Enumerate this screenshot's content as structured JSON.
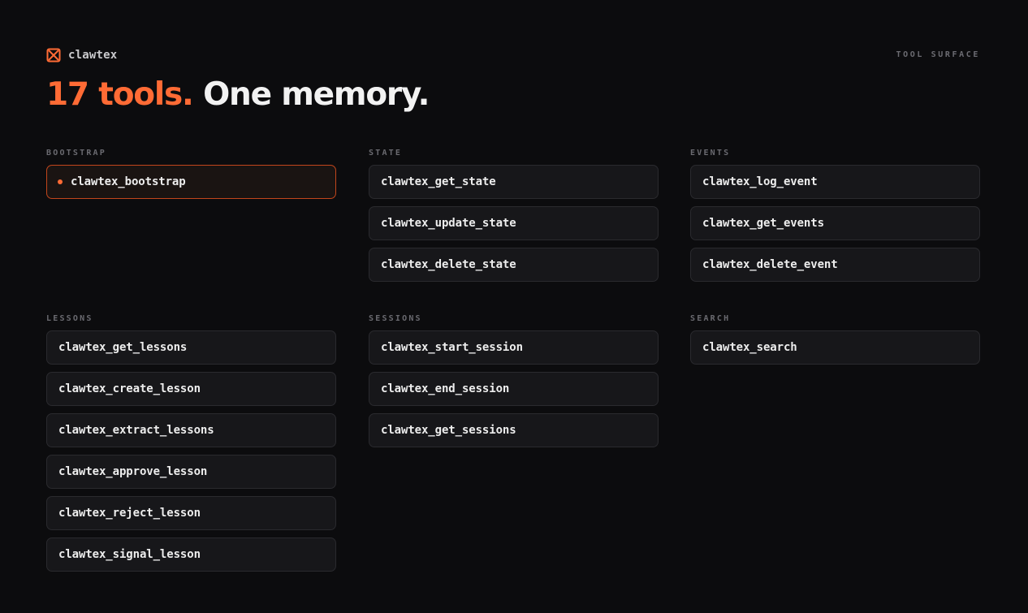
{
  "brand": {
    "name": "clawtex",
    "logo_icon": "clawtex-logo-icon",
    "accent_color": "#ff6b35"
  },
  "header": {
    "section_label": "TOOL SURFACE",
    "headline_accent": "17 tools.",
    "headline_rest": " One memory."
  },
  "groups": [
    {
      "label": "BOOTSTRAP",
      "tools": [
        "clawtex_bootstrap"
      ],
      "active_index": 0
    },
    {
      "label": "STATE",
      "tools": [
        "clawtex_get_state",
        "clawtex_update_state",
        "clawtex_delete_state"
      ]
    },
    {
      "label": "EVENTS",
      "tools": [
        "clawtex_log_event",
        "clawtex_get_events",
        "clawtex_delete_event"
      ]
    },
    {
      "label": "LESSONS",
      "tools": [
        "clawtex_get_lessons",
        "clawtex_create_lesson",
        "clawtex_extract_lessons",
        "clawtex_approve_lesson",
        "clawtex_reject_lesson",
        "clawtex_signal_lesson"
      ]
    },
    {
      "label": "SESSIONS",
      "tools": [
        "clawtex_start_session",
        "clawtex_end_session",
        "clawtex_get_sessions"
      ]
    },
    {
      "label": "SEARCH",
      "tools": [
        "clawtex_search"
      ]
    }
  ]
}
